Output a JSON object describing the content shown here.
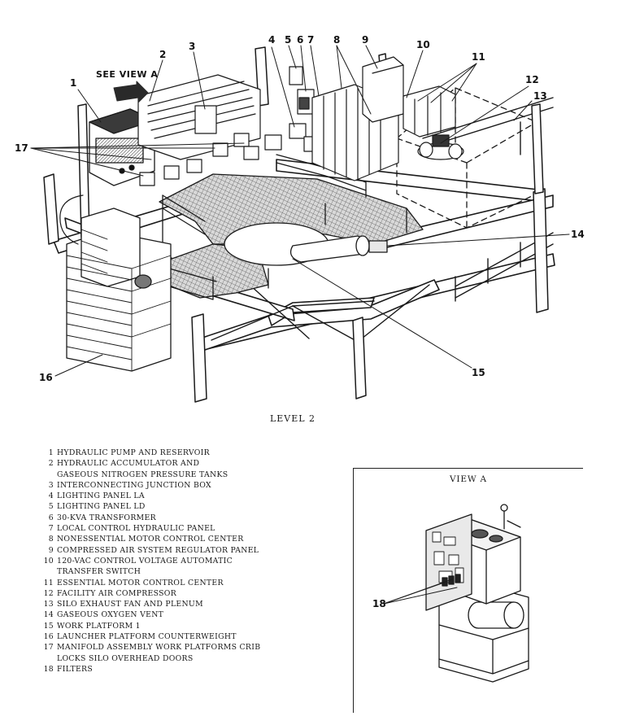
{
  "figure": {
    "level_title": "LEVEL 2",
    "see_view_label": "SEE VIEW A",
    "view_a_title": "VIEW A",
    "callouts": [
      "1",
      "2",
      "3",
      "4",
      "5",
      "6",
      "7",
      "8",
      "9",
      "10",
      "11",
      "12",
      "13",
      "14",
      "15",
      "16",
      "17",
      "18"
    ]
  },
  "legend": [
    {
      "num": "1",
      "text": "HYDRAULIC PUMP AND RESERVOIR"
    },
    {
      "num": "2",
      "text": "HYDRAULIC ACCUMULATOR AND",
      "text2": "GASEOUS NITROGEN PRESSURE TANKS"
    },
    {
      "num": "3",
      "text": "INTERCONNECTING JUNCTION BOX"
    },
    {
      "num": "4",
      "text": "LIGHTING PANEL LA"
    },
    {
      "num": "5",
      "text": "LIGHTING PANEL LD"
    },
    {
      "num": "6",
      "text": "30-KVA TRANSFORMER"
    },
    {
      "num": "7",
      "text": "LOCAL CONTROL HYDRAULIC PANEL"
    },
    {
      "num": "8",
      "text": "NONESSENTIAL MOTOR CONTROL CENTER"
    },
    {
      "num": "9",
      "text": "COMPRESSED AIR SYSTEM REGULATOR PANEL"
    },
    {
      "num": "10",
      "text": "120-VAC CONTROL VOLTAGE AUTOMATIC",
      "text2": "TRANSFER SWITCH"
    },
    {
      "num": "11",
      "text": "ESSENTIAL MOTOR CONTROL CENTER"
    },
    {
      "num": "12",
      "text": "FACILITY AIR COMPRESSOR"
    },
    {
      "num": "13",
      "text": "SILO EXHAUST FAN AND PLENUM"
    },
    {
      "num": "14",
      "text": "GASEOUS OXYGEN VENT"
    },
    {
      "num": "15",
      "text": "WORK PLATFORM 1"
    },
    {
      "num": "16",
      "text": "LAUNCHER PLATFORM COUNTERWEIGHT"
    },
    {
      "num": "17",
      "text": "MANIFOLD ASSEMBLY WORK PLATFORMS CRIB",
      "text2": "LOCKS SILO OVERHEAD DOORS"
    },
    {
      "num": "18",
      "text": "FILTERS"
    }
  ]
}
